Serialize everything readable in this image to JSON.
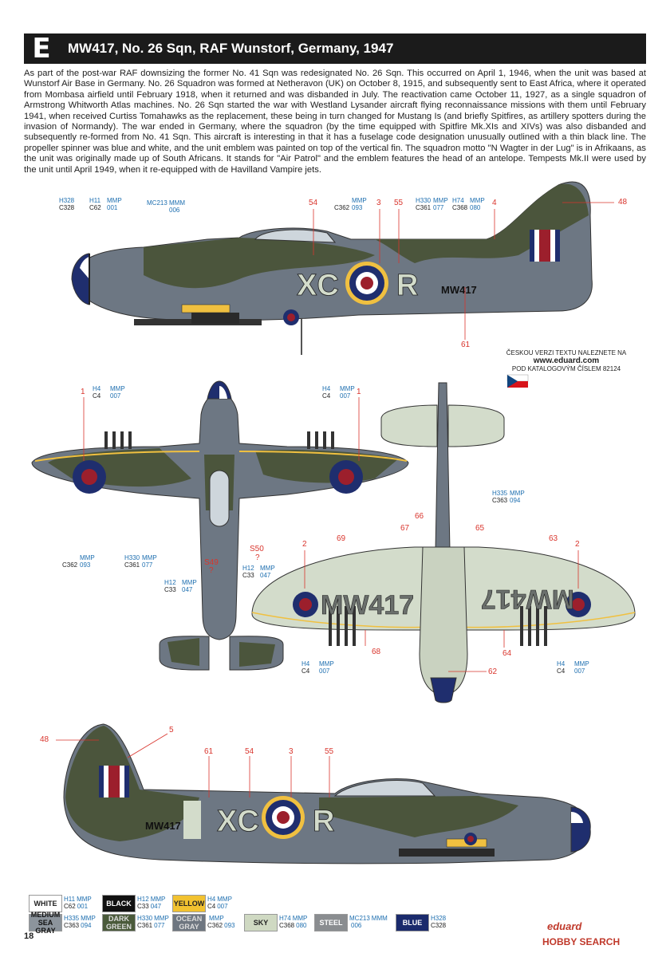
{
  "header": {
    "letter": "E",
    "title": "MW417, No. 26 Sqn, RAF Wunstorf, Germany, 1947"
  },
  "body_text": "As part of the post-war RAF downsizing the former No. 41 Sqn was redesignated No. 26 Sqn. This occurred on April 1, 1946, when the unit was based at Wunstorf Air Base in Germany. No. 26 Squadron was formed at Netheravon (UK) on October 8, 1915, and subsequently sent to East Africa, where it operated from Mombasa airfield until February 1918, when it returned and was disbanded in July. The reactivation came October 11, 1927, as a single squadron of Armstrong Whitworth Atlas machines. No. 26 Sqn started the war with Westland Lysander aircraft flying reconnaissance missions with them until February 1941, when received Curtiss Tomahawks as the replacement, these being in turn changed for Mustang Is (and briefly Spitfires, as artillery spotters during the invasion of Normandy). The war ended in Germany, where the squadron (by the time equipped with Spitfire Mk.XIs and XIVs) was also disbanded and subsequently re-formed from No. 41 Sqn. This aircraft is interesting in that it has a fuselage code designation unusually outlined with a thin black line. The propeller spinner was blue and white, and the unit emblem was painted on top of the vertical fin. The squadron motto \"N Wagter in der Lug\" is in Afrikaans, as the unit was originally made up of South Africans. It stands for \"Air Patrol\" and the emblem features the head of an antelope. Tempests Mk.II were used by the unit until April 1949, when it re-equipped with de Havilland Vampire jets.",
  "aircraft": {
    "code_left": "XC",
    "code_right": "R",
    "serial": "MW417"
  },
  "color_labels_top": [
    {
      "a": "H328",
      "b": "C328",
      "c": "",
      "d": ""
    },
    {
      "a": "H11",
      "b": "C62",
      "c": "MMP",
      "d": "001"
    },
    {
      "a": "MC213",
      "b": "",
      "c": "MMM",
      "d": "006"
    },
    {
      "a": "",
      "b": "C362",
      "c": "MMP",
      "d": "093"
    },
    {
      "a": "H330",
      "b": "C361",
      "c": "MMP",
      "d": "077"
    },
    {
      "a": "H74",
      "b": "C368",
      "c": "MMP",
      "d": "080"
    }
  ],
  "color_labels_mid": [
    {
      "a": "H4",
      "b": "C4",
      "c": "MMP",
      "d": "007"
    },
    {
      "a": "H4",
      "b": "C4",
      "c": "MMP",
      "d": "007"
    },
    {
      "a": "H335",
      "b": "C363",
      "c": "MMP",
      "d": "094"
    },
    {
      "a": "",
      "b": "C362",
      "c": "MMP",
      "d": "093"
    },
    {
      "a": "H330",
      "b": "C361",
      "c": "MMP",
      "d": "077"
    },
    {
      "a": "H12",
      "b": "C33",
      "c": "MMP",
      "d": "047"
    },
    {
      "a": "H12",
      "b": "C33",
      "c": "MMP",
      "d": "047"
    },
    {
      "a": "H4",
      "b": "C4",
      "c": "MMP",
      "d": "007"
    },
    {
      "a": "H4",
      "b": "C4",
      "c": "MMP",
      "d": "007"
    }
  ],
  "stencil_numbers": {
    "n54": "54",
    "n3": "3",
    "n55": "55",
    "n4": "4",
    "n48": "48",
    "n61": "61",
    "n1": "1",
    "n2": "2",
    "n66": "66",
    "n67": "67",
    "n65": "65",
    "n69": "69",
    "n63": "63",
    "n68": "68",
    "n64": "64",
    "n62": "62",
    "n5": "5",
    "s49": "S49",
    "s50": "S50",
    "q": "?"
  },
  "czech_note": {
    "line1": "ČESKOU VERZI TEXTU NALEZNETE NA",
    "url": "www.eduard.com",
    "line2": "POD KATALOGOVÝM ČÍSLEM 82124"
  },
  "legend": [
    {
      "name": "WHITE",
      "h": "H11",
      "c": "C62",
      "m": "MMP",
      "mn": "001",
      "bg": "#ffffff",
      "fg": "#222222"
    },
    {
      "name": "BLACK",
      "h": "H12",
      "c": "C33",
      "m": "MMP",
      "mn": "047",
      "bg": "#111111",
      "fg": "#ffffff"
    },
    {
      "name": "YELLOW",
      "h": "H4",
      "c": "C4",
      "m": "MMP",
      "mn": "007",
      "bg": "#f2c230",
      "fg": "#222222"
    },
    {
      "name": "MEDIUM SEA GRAY",
      "h": "H335",
      "c": "C363",
      "m": "MMP",
      "mn": "094",
      "bg": "#8c949c",
      "fg": "#111111"
    },
    {
      "name": "DARK GREEN",
      "h": "H330",
      "c": "C361",
      "m": "MMP",
      "mn": "077",
      "bg": "#4a5a3a",
      "fg": "#dddddd"
    },
    {
      "name": "OCEAN GRAY",
      "h": "",
      "c": "C362",
      "m": "MMP",
      "mn": "093",
      "bg": "#6e7680",
      "fg": "#dddddd"
    },
    {
      "name": "SKY",
      "h": "H74",
      "c": "C368",
      "m": "MMP",
      "mn": "080",
      "bg": "#cfd9c2",
      "fg": "#222222"
    },
    {
      "name": "STEEL",
      "h": "MC213",
      "c": "",
      "m": "MMM",
      "mn": "006",
      "bg": "#8a8d90",
      "fg": "#ffffff"
    },
    {
      "name": "BLUE",
      "h": "H328",
      "c": "C328",
      "m": "",
      "mn": "",
      "bg": "#1a2a6c",
      "fg": "#ffffff"
    }
  ],
  "footer": {
    "page": "18",
    "brand": "eduard",
    "watermark": "HOBBY SEARCH"
  },
  "colors": {
    "dark_green": "#4b553c",
    "ocean_gray": "#6d7783",
    "sky": "#d3dccb",
    "roundel_blue": "#1f2e6e",
    "roundel_red": "#9c1f2c",
    "yellow": "#f0c040",
    "callout_red": "#d9352d"
  }
}
